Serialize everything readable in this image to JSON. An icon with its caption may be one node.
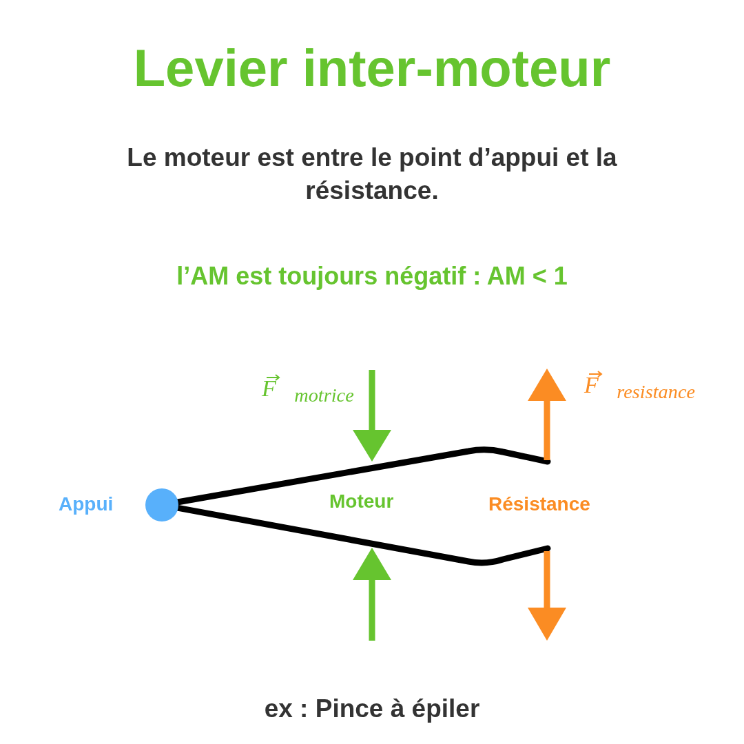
{
  "diagram": {
    "title": "Levier inter-moteur",
    "caption": "ex : Pince à épiler",
    "labels": [
      "Le moteur est entre le point d’appui et la résistance.",
      "l’AM est toujours négatif : AM < 1",
      "F⃗$_{motrice}$",
      "F⃗$_{resistance}$",
      "Appui",
      "Moteur",
      "Résistance"
    ]
  }
}
